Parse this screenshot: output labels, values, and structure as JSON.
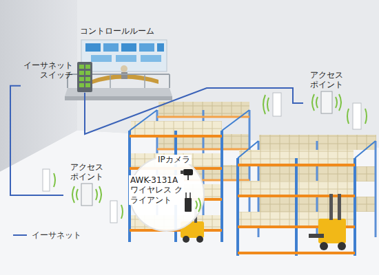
{
  "diagram": {
    "nodes": [
      {
        "text": [
          "コントロールルーム"
        ]
      },
      {
        "text": [
          "イーサネット スイッチ"
        ]
      },
      {
        "text": [
          "アクセス ポイント"
        ]
      },
      {
        "text": [
          "IPカメラ"
        ]
      },
      {
        "text": [
          "アクセス ポイント"
        ]
      },
      {
        "text": [
          "AWK-3131A ワイヤレス クライアント"
        ]
      }
    ],
    "edges": [
      {
        "from": 1,
        "to": 2,
        "arrow": "none"
      },
      {
        "from": 1,
        "to": 4,
        "arrow": "none"
      }
    ],
    "legend": [
      {
        "text": "イーサネット"
      }
    ]
  }
}
